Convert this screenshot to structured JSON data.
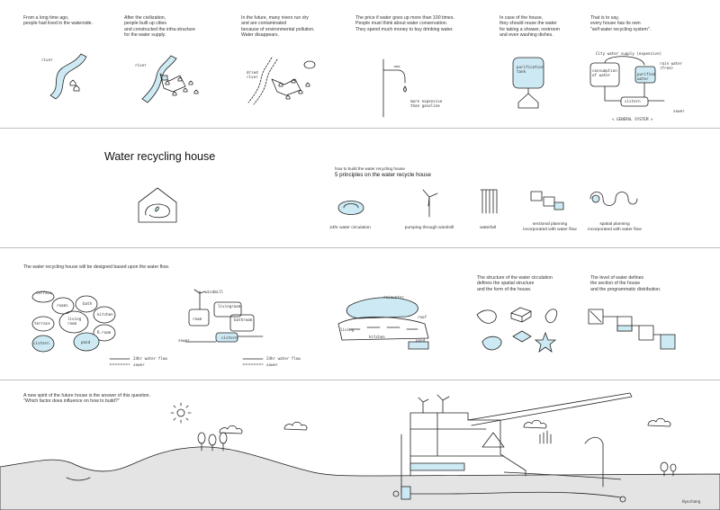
{
  "history": [
    {
      "text": "From a long time ago,\npeople had lived in the waterside."
    },
    {
      "text": "After the civilization,\npeople built up cities\nand constructed the infra-structure\nfor the water supply."
    },
    {
      "text": "In the future, many rivers run dry\nand are contaminated\nbecause of environmental pollution.\nWater disappears."
    },
    {
      "text": "The price if water goes up more than 100 times.\nPeople must think about water conservation.\nThey spend much money to buy drinking water."
    },
    {
      "text": "In case of the house,\nthey should reuse the water\nfor taking a shower, restroom\nand even washing dishes."
    },
    {
      "text": "That is to say,\nevery house has its own\n\"self water recycling system\"."
    }
  ],
  "sketch_notes": {
    "river1": "river",
    "river2": "river",
    "dried_river": "dried\nriver",
    "expensive": "more expensive\nthan gasoline",
    "purification": "purification\ntank",
    "city_supply": "City water supply (expensive)",
    "consumption": "consumption\nof water",
    "rainwater": "rain water\n(free)",
    "purified": "purified\nwater",
    "cistern": "cistern",
    "sewer": "sewer",
    "general_system": "< GENERAL SYSTEM >"
  },
  "concept": {
    "title": "Water recycling house",
    "how_to": "how to build the water recycling house",
    "principles_title": "5 principles on the water recycle house",
    "principles": [
      {
        "label": "24hr water circulation"
      },
      {
        "label": "pumping through windmill"
      },
      {
        "label": "waterfall"
      },
      {
        "label": "sectional planning\nincorporated with water flow"
      },
      {
        "label": "spatial planning\nincorporated with water flow"
      }
    ]
  },
  "design": {
    "intro": "The water recycling house will be designed based upon the water flow.",
    "structure_text": "The structure of the water circulation\ndefines the spatial structure\nand the form of the house.",
    "level_text": "The level of water defines\nthe section of the house\nand the programmatic distribution.",
    "bubbles": [
      "terrace",
      "rooms",
      "bath",
      "kitchen",
      "living\nroom",
      "R.room",
      "terrace",
      "pond",
      "cistern"
    ],
    "diagram2": [
      "windmill",
      "livingroom",
      "bathroom",
      "room",
      "cistern",
      "sewer"
    ],
    "diagram3": [
      "rainwater",
      "roof",
      "living",
      "kitchen",
      "pond"
    ],
    "legend": [
      "24hr water flow",
      "sewer"
    ],
    "legend2": [
      "24hr water flow",
      "sewer"
    ]
  },
  "future": {
    "question": "A new spirit of the future house is the answer of this question.\n\"Which factor does influence on how to build?\"",
    "signature": "Hyochang"
  },
  "colors": {
    "water": "#cde9f3",
    "line": "#222222",
    "rule": "#bdbdbd"
  }
}
